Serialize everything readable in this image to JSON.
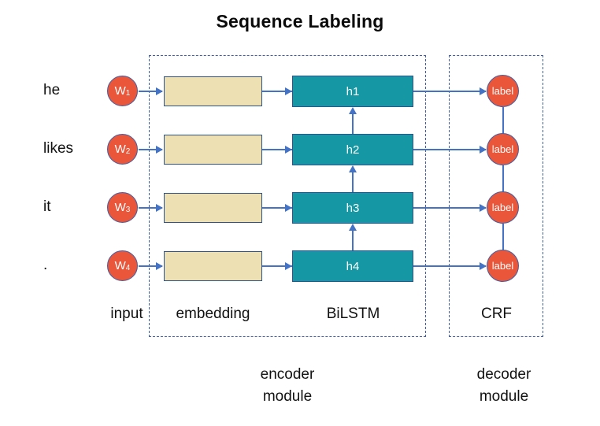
{
  "figure": {
    "title": "Sequence Labeling",
    "accent_colors": {
      "circle_fill": "#E9553A",
      "circle_border": "#3F5FA8",
      "embedding_fill": "#EDE0B2",
      "embedding_border": "#2C5291",
      "lstm_fill": "#1598A3",
      "lstm_border": "#2C5291",
      "connector": "#4472C4",
      "dashed_border": "#3F5FA8",
      "background": "#FFFFFF",
      "text": "#111111"
    }
  },
  "rows": [
    {
      "word": "he",
      "token": "W",
      "token_index": "1",
      "hidden": "h1",
      "label": "label"
    },
    {
      "word": "likes",
      "token": "W",
      "token_index": "2",
      "hidden": "h2",
      "label": "label"
    },
    {
      "word": "it",
      "token": "W",
      "token_index": "3",
      "hidden": "h3",
      "label": "label"
    },
    {
      "word": ".",
      "token": "W",
      "token_index": "4",
      "hidden": "h4",
      "label": "label"
    }
  ],
  "columns": {
    "input": "input",
    "embedding": "embedding",
    "bilstm": "BiLSTM",
    "crf": "CRF"
  },
  "modules": {
    "encoder_line1": "encoder",
    "encoder_line2": "module",
    "decoder_line1": "decoder",
    "decoder_line2": "module"
  }
}
